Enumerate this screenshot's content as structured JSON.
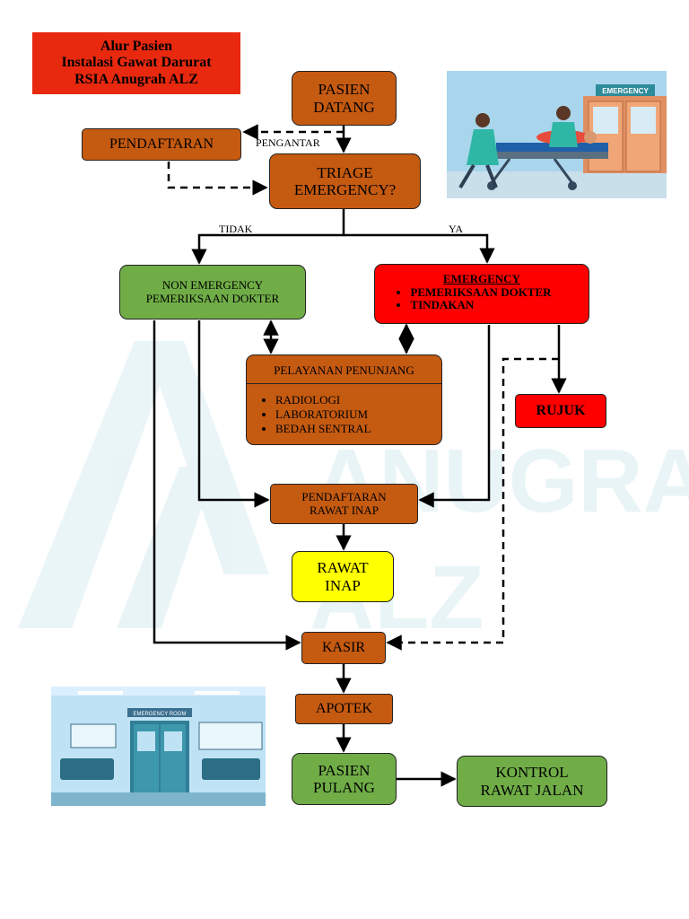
{
  "title": {
    "line1": "Alur Pasien",
    "line2": "Instalasi Gawat Darurat",
    "line3": "RSIA Anugrah ALZ"
  },
  "watermark": {
    "line1": "ANUGRAH",
    "line2": "ALZ"
  },
  "nodes": {
    "pasien_datang": {
      "line1": "PASIEN",
      "line2": "DATANG"
    },
    "pendaftaran": "PENDAFTARAN",
    "triage": {
      "line1": "TRIAGE",
      "line2": "EMERGENCY?"
    },
    "non_emergency": {
      "line1": "NON EMERGENCY",
      "line2": "PEMERIKSAAN DOKTER"
    },
    "emergency": {
      "heading": "EMERGENCY",
      "items": [
        "PEMERIKSAAN DOKTER",
        "TINDAKAN"
      ]
    },
    "penunjang": {
      "heading": "PELAYANAN PENUNJANG",
      "items": [
        "RADIOLOGI",
        "LABORATORIUM",
        "BEDAH SENTRAL"
      ]
    },
    "rujuk": "RUJUK",
    "pendaftaran_rawat_inap": {
      "line1": "PENDAFTARAN",
      "line2": "RAWAT INAP"
    },
    "rawat_inap": {
      "line1": "RAWAT",
      "line2": "INAP"
    },
    "kasir": "KASIR",
    "apotek": "APOTEK",
    "pasien_pulang": {
      "line1": "PASIEN",
      "line2": "PULANG"
    },
    "kontrol": {
      "line1": "KONTROL",
      "line2": "RAWAT JALAN"
    }
  },
  "edge_labels": {
    "pengantar": "PENGANTAR",
    "tidak": "TIDAK",
    "ya": "YA"
  },
  "illustrations": {
    "top_sign": "EMERGENCY",
    "bottom_sign": "EMERGENCY ROOM"
  },
  "colors": {
    "brown": "#c55a11",
    "green": "#70ad47",
    "red": "#ff0000",
    "yellow": "#ffff00",
    "title_bg": "#e8290f"
  }
}
